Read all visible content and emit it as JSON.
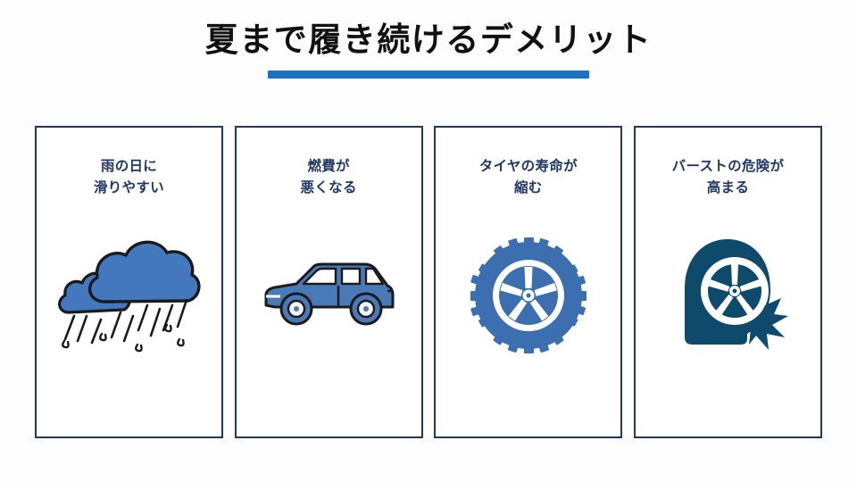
{
  "slide": {
    "background_color": "#fdfdfd",
    "title": "夏まで履き続けるデメリット",
    "title_color": "#111111",
    "accent_bar_color": "#1b72c2"
  },
  "theme": {
    "navy": "#1f3864",
    "accent_blue": "#1b72c2",
    "cloud_blue": "#4478be",
    "car_blue": "#4a79b8",
    "tire_blue": "#3b6fb0",
    "burst_tire_blue": "#0e4a6b",
    "card_border": "#1f3864",
    "card_fill": "#ffffff"
  },
  "cards": [
    {
      "id": "card-rain",
      "title": "雨の日に\n滑りやすい",
      "icon_name": "rain-cloud-icon",
      "icon_color": "#4478be"
    },
    {
      "id": "card-fuel",
      "title": "燃費が\n悪くなる",
      "icon_name": "car-side-icon",
      "icon_color": "#4a79b8"
    },
    {
      "id": "card-lifespan",
      "title": "タイヤの寿命が\n縮む",
      "icon_name": "tire-wheel-icon",
      "icon_color": "#3b6fb0"
    },
    {
      "id": "card-burst",
      "title": "バーストの危険が\n高まる",
      "icon_name": "burst-tire-icon",
      "icon_color": "#0e4a6b"
    }
  ]
}
